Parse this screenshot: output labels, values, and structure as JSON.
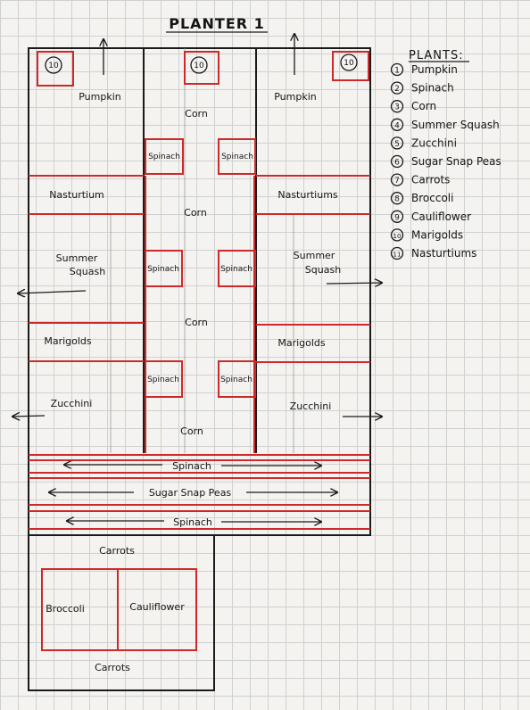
{
  "title": "PLANTER 1",
  "legend": {
    "heading": "PLANTS:",
    "items": [
      {
        "num": "1",
        "name": "Pumpkin"
      },
      {
        "num": "2",
        "name": "Spinach"
      },
      {
        "num": "3",
        "name": "Corn"
      },
      {
        "num": "4",
        "name": "Summer Squash"
      },
      {
        "num": "5",
        "name": "Zucchini"
      },
      {
        "num": "6",
        "name": "Sugar Snap Peas"
      },
      {
        "num": "7",
        "name": "Carrots"
      },
      {
        "num": "8",
        "name": "Broccoli"
      },
      {
        "num": "9",
        "name": "Cauliflower"
      },
      {
        "num": "10",
        "name": "Marigolds"
      },
      {
        "num": "11",
        "name": "Nasturtiums"
      }
    ]
  },
  "plot": {
    "marigold_tag": "10",
    "left": {
      "pumpkin": "Pumpkin",
      "nasturtium": "Nasturtium",
      "squash_line1": "Summer",
      "squash_line2": "Squash",
      "marigolds": "Marigolds",
      "zucchini": "Zucchini"
    },
    "center": {
      "corn": "Corn",
      "spinach": "Spinach"
    },
    "right": {
      "pumpkin": "Pumpkin",
      "nasturtiums": "Nasturtiums",
      "squash_line1": "Summer",
      "squash_line2": "Squash",
      "marigolds": "Marigolds",
      "zucchini": "Zucchini"
    },
    "rows": {
      "spinach": "Spinach",
      "peas": "Sugar Snap Peas"
    },
    "lower": {
      "carrots": "Carrots",
      "broccoli": "Broccoli",
      "cauliflower": "Cauliflower"
    }
  }
}
